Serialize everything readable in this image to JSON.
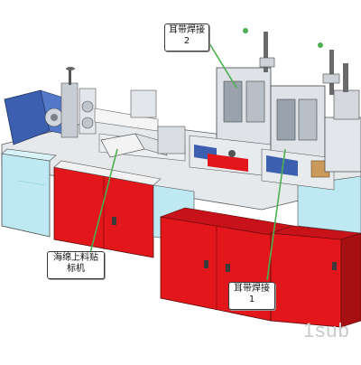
{
  "labels": {
    "ear_weld_2": {
      "line1": "耳带焊接",
      "line2": "2"
    },
    "sponge_label": {
      "line1": "海绵上料贴",
      "line2": "标机"
    },
    "ear_weld_1": {
      "line1": "耳带焊接",
      "line2": "1"
    }
  },
  "watermark": "1sub",
  "colors": {
    "cabinet_red": "#e2161b",
    "cabinet_dark": "#a80f13",
    "frame_gray": "#d9dde2",
    "water_blue": "#bfe9f2",
    "machine_blue": "#3c5fb0",
    "callout_line": "#4caf50",
    "outline": "#3a3a3a"
  }
}
